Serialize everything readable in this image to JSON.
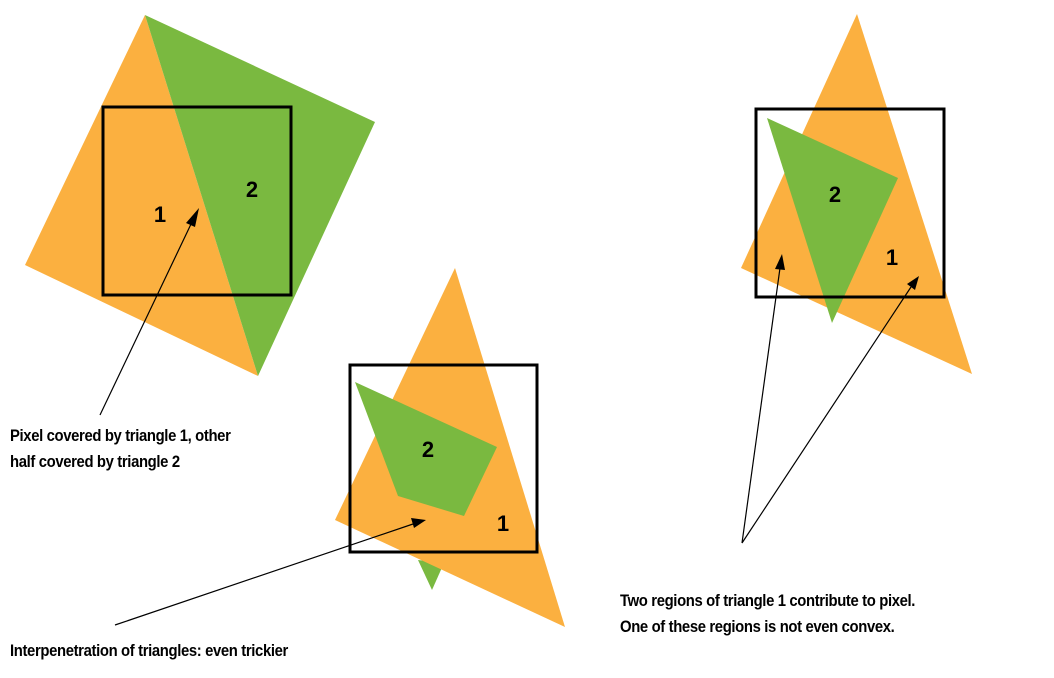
{
  "colors": {
    "triangle_1": "#FBB040",
    "triangle_2": "#7AB940",
    "pixel_outline": "#000000",
    "arrow": "#000000"
  },
  "scenario_a": {
    "label_1": "1",
    "label_2": "2",
    "caption": [
      "Pixel covered by triangle 1, other",
      "half covered by triangle 2"
    ]
  },
  "scenario_b": {
    "label_1": "1",
    "label_2": "2",
    "caption": "Interpenetration of triangles: even trickier"
  },
  "scenario_c": {
    "label_1": "1",
    "label_2": "2",
    "caption": [
      "Two regions of triangle 1 contribute to pixel.",
      "One of these regions is not even convex."
    ]
  }
}
